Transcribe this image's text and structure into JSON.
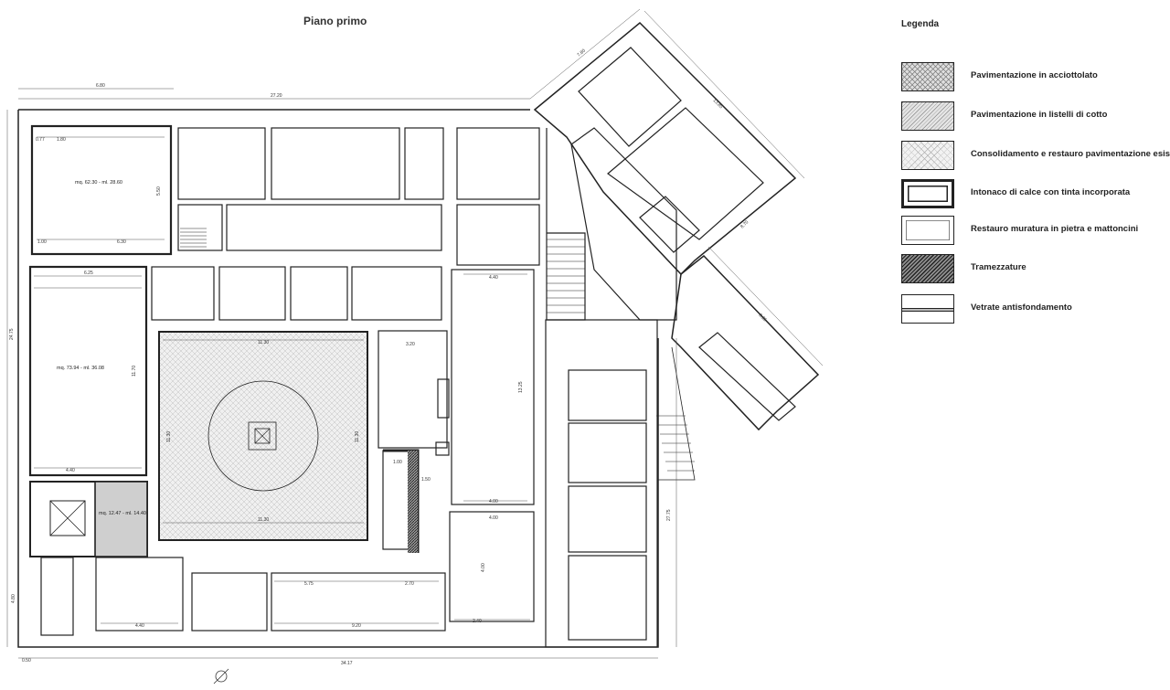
{
  "plan": {
    "title": "Piano primo",
    "room_labels": [
      "mq. 62.30 - ml. 28.60",
      "mq. 73.94 - ml. 36.08",
      "mq. 12.47 - ml. 14.40"
    ],
    "dimensions": {
      "top_1": "6.80",
      "top_2": "27.20",
      "top_3": "7.80",
      "diag_1": "13.85",
      "diag_2": "8.70",
      "diag_3": "8.25",
      "left_total": "24.75",
      "right_total": "27.75",
      "bottom_total": "34.17",
      "bottom_left": "0.50",
      "left_low": "4.80",
      "court_top": "11.30",
      "court_bottom": "11.30",
      "court_left": "11.30",
      "court_right": "11.30",
      "room_a_width": "6.30",
      "room_a_height": "5.50",
      "room_b_width": "6.25",
      "room_b_height": "11.70",
      "room_c_width": "4.40",
      "corridor_len": "13.25",
      "hall_width": "4.40",
      "low_room_1": "4.40",
      "low_room_2": "9.20",
      "low_room_3": "2.70",
      "low_room_4": "5.75",
      "low_room_5": "4.00",
      "east_room": "4.00",
      "east_room_2": "2.40",
      "misc_1": "3.20",
      "misc_2": "4.00",
      "misc_3": "1.50",
      "misc_4": "1.00",
      "misc_5": "0.77",
      "misc_6": "1.80",
      "misc_7": "1.00"
    }
  },
  "legend": {
    "title": "Legenda",
    "items": [
      {
        "label": "Pavimentazione in acciottolato",
        "pattern": "crosshatch-dense"
      },
      {
        "label": "Pavimentazione in listelli di cotto",
        "pattern": "diagonal-fine"
      },
      {
        "label": "Consolidamento e restauro pavimentazione esistente",
        "pattern": "crosshatch-light"
      },
      {
        "label": "Intonaco di calce con tinta incorporata",
        "pattern": "double-frame"
      },
      {
        "label": "Restauro muratura in pietra e mattoncini",
        "pattern": "thin-frame"
      },
      {
        "label": "Tramezzature",
        "pattern": "diagonal-dark"
      },
      {
        "label": "Vetrate antisfondamento",
        "pattern": "glass-line"
      }
    ]
  },
  "colors": {
    "wall": "#222222",
    "hatch": "#777777",
    "court_fill": "#cfcfcf",
    "paper": "#ffffff"
  }
}
